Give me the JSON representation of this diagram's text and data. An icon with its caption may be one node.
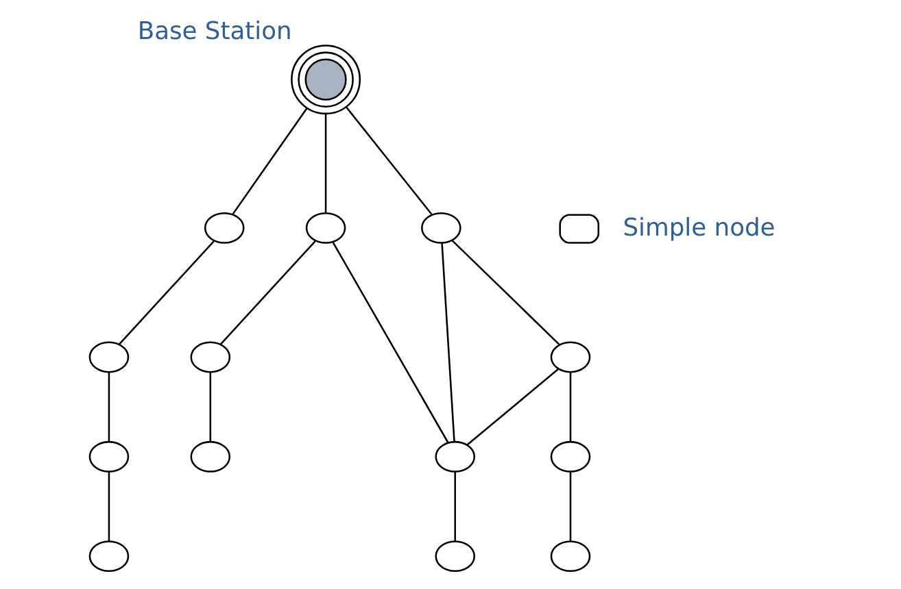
{
  "diagram": {
    "nodes": [
      {
        "text": [
          "Base Station"
        ]
      },
      {
        "text": [],
        "shape": "circle"
      },
      {
        "text": [],
        "shape": "circle"
      },
      {
        "text": [],
        "shape": "circle"
      },
      {
        "text": [],
        "shape": "circle"
      },
      {
        "text": [],
        "shape": "circle"
      },
      {
        "text": [],
        "shape": "circle"
      },
      {
        "text": [],
        "shape": "circle"
      },
      {
        "text": [],
        "shape": "circle"
      },
      {
        "text": [],
        "shape": "circle"
      },
      {
        "text": [],
        "shape": "circle"
      },
      {
        "text": [],
        "shape": "circle"
      },
      {
        "text": [],
        "shape": "circle"
      },
      {
        "text": [],
        "shape": "circle"
      }
    ],
    "edges": [
      {
        "from": 0,
        "to": 1,
        "arrow": "none"
      },
      {
        "from": 0,
        "to": 2,
        "arrow": "none"
      },
      {
        "from": 0,
        "to": 3,
        "arrow": "none"
      },
      {
        "from": 1,
        "to": 4,
        "arrow": "none"
      },
      {
        "from": 1,
        "to": 5,
        "arrow": "none"
      },
      {
        "from": 2,
        "to": 5,
        "arrow": "none"
      },
      {
        "from": 2,
        "to": 6,
        "arrow": "none"
      },
      {
        "from": 3,
        "to": 7,
        "arrow": "none"
      },
      {
        "from": 4,
        "to": 5,
        "arrow": "none"
      },
      {
        "from": 4,
        "to": 8,
        "arrow": "none"
      },
      {
        "from": 5,
        "to": 9,
        "arrow": "none"
      },
      {
        "from": 6,
        "to": 10,
        "arrow": "none"
      },
      {
        "from": 7,
        "to": 11,
        "arrow": "none"
      },
      {
        "from": 8,
        "to": 12,
        "arrow": "none"
      },
      {
        "from": 11,
        "to": 13,
        "arrow": "none"
      }
    ],
    "legend": [
      {
        "text": "Simple node"
      }
    ]
  }
}
